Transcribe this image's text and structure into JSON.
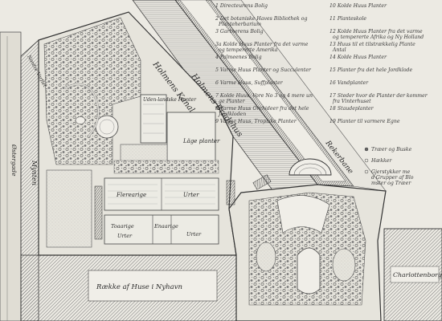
{
  "map": {
    "places": {
      "nyhavn_row": "Række af Huse i Nyhavn",
      "charlottenborg": "Charlottenborg",
      "holmens_kanal": "Holmens Kanal",
      "holmens_bradehus": "Holmens Bradehus",
      "rekerbane": "Rekerbane",
      "mynten": "Mynten",
      "nordre_strip": "Nordre Varflet",
      "left_street": "Østergade"
    },
    "beds": {
      "udenlandske": "Uden-landske Planter",
      "lage_planter": "Läge planter",
      "flerearige": "Flerearige",
      "urter_1": "Urter",
      "toaarige": "Toaarige",
      "enaarige": "Enaarige",
      "urter_2": "Urter",
      "urter_3": "Urter"
    },
    "legend": {
      "items": [
        "1 Directeurens Bolig",
        "2 Det botaniske Haves Bibliothek og Planteherbarium",
        "3 Gartnerens Bolig",
        "3a Kolde Huus Planter fra det varme og tempererte Amerika",
        "4 Palmeenes Bolig",
        "5 Varme Huus Planter og Succulenter",
        "6 Varme Huus, Suffplanter",
        "7 Kolde Huus, Vore No 3 og 4 mere unge Planter",
        "8 Varme Huus Orchideer fra det hele Jordkloden",
        "9 Varme Huus, Tropiske Planter",
        "10 Kolde Huus Planter",
        "11 Planteskole",
        "12 Kolde Huus Planter fra det varme og tempererte Afrika og Ny Holland",
        "13 Huus til et tilstrækkelig Plante Antal",
        "14 Kolde Huus Planter",
        "15 Planter fra det hele Jordklode",
        "16 Vandplanter",
        "17 Steder hvor de Planter der kommer fra Vinterhuset",
        "18 Staudeplanter",
        "19 Planter til varmere Egne"
      ],
      "symbols": [
        "Træer og Buske",
        "Hækker",
        "Gjerstykker med Grupper af Blomster og Træer"
      ]
    }
  }
}
